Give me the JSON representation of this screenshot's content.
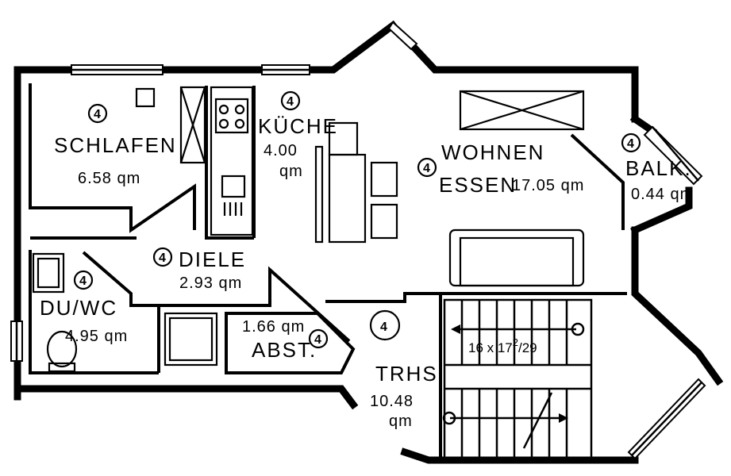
{
  "rooms": {
    "schlafen": {
      "name": "SCHLAFEN",
      "area": "6.58 qm",
      "marker": "4"
    },
    "kueche": {
      "name": "KÜCHE",
      "area_value": "4.00",
      "area_unit": "qm",
      "marker": "4"
    },
    "wohnen": {
      "name_line1": "WOHNEN",
      "name_line2": "ESSEN",
      "area": "17.05 qm",
      "marker": "4"
    },
    "balkon": {
      "name": "BALK.",
      "area": "0.44 qm",
      "marker": "4"
    },
    "diele": {
      "name": "DIELE",
      "area": "2.93 qm",
      "marker": "4"
    },
    "duwc": {
      "name": "DU/WC",
      "area": "4.95 qm",
      "marker": "4"
    },
    "abst": {
      "name": "ABST.",
      "area": "1.66 qm",
      "marker": "4"
    },
    "trhs": {
      "name": "TRHS",
      "area_value": "10.48",
      "area_unit": "qm",
      "marker": "4"
    }
  },
  "stairs": {
    "dimension_main": "16 x 17",
    "dimension_sup": "2",
    "dimension_tail": "/29"
  }
}
